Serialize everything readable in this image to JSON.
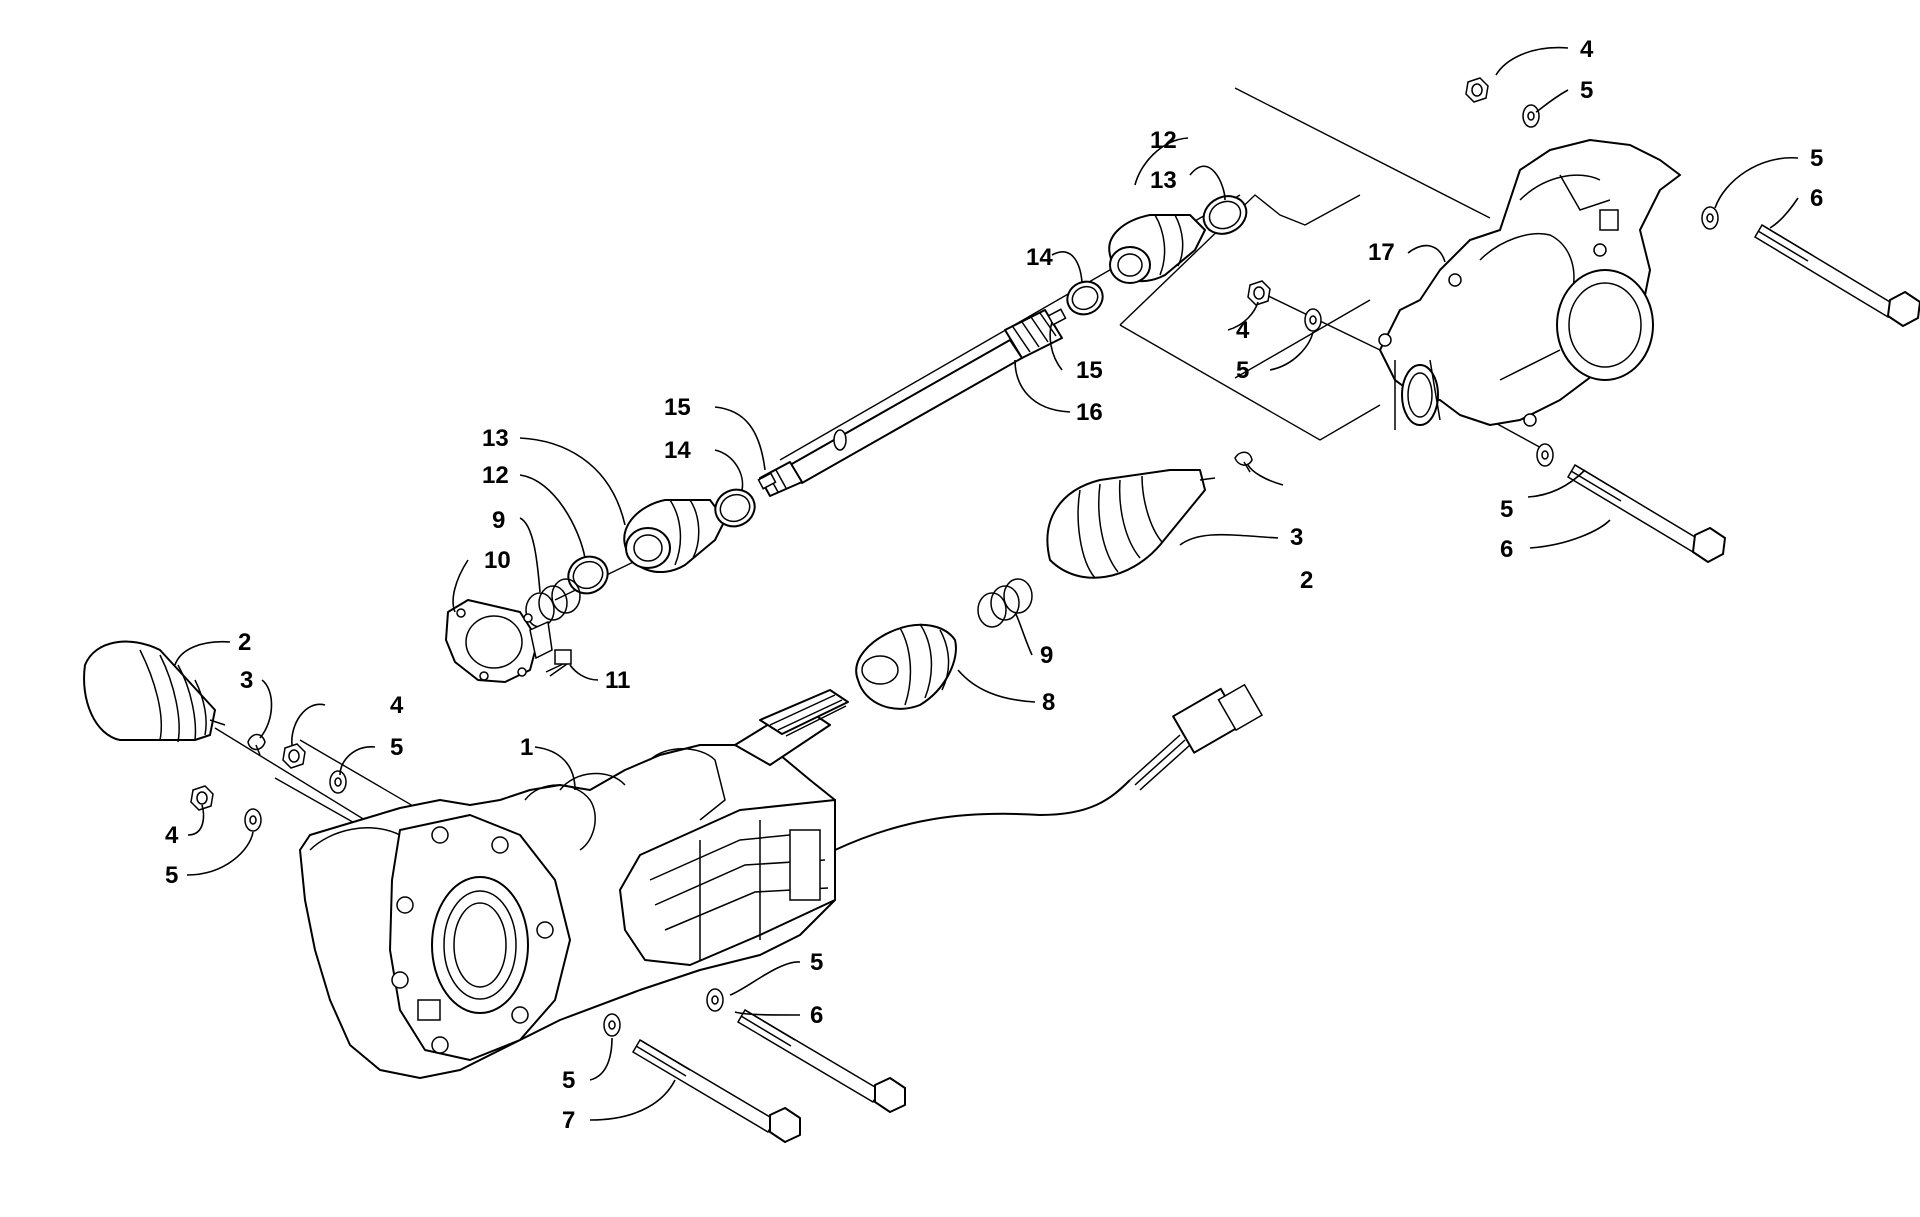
{
  "diagram": {
    "callouts": [
      "1",
      "2",
      "3",
      "4",
      "5",
      "6",
      "7",
      "8",
      "9",
      "10",
      "11",
      "12",
      "13",
      "14",
      "15",
      "16",
      "17"
    ],
    "parts": [
      {
        "id": "1",
        "icon": "front-gear-case-icon"
      },
      {
        "id": "2",
        "icon": "boot-icon"
      },
      {
        "id": "3",
        "icon": "clamp-icon"
      },
      {
        "id": "4",
        "icon": "nut-icon"
      },
      {
        "id": "5",
        "icon": "washer-icon"
      },
      {
        "id": "6",
        "icon": "bolt-icon"
      },
      {
        "id": "7",
        "icon": "bolt-icon"
      },
      {
        "id": "8",
        "icon": "boot-icon"
      },
      {
        "id": "9",
        "icon": "spring-icon"
      },
      {
        "id": "10",
        "icon": "cover-plate-icon"
      },
      {
        "id": "11",
        "icon": "cap-screw-icon"
      },
      {
        "id": "12",
        "icon": "retaining-ring-icon"
      },
      {
        "id": "13",
        "icon": "coupler-boot-icon"
      },
      {
        "id": "14",
        "icon": "ring-icon"
      },
      {
        "id": "15",
        "icon": "pin-icon"
      },
      {
        "id": "16",
        "icon": "drive-shaft-icon"
      },
      {
        "id": "17",
        "icon": "rear-gear-case-icon"
      }
    ]
  }
}
